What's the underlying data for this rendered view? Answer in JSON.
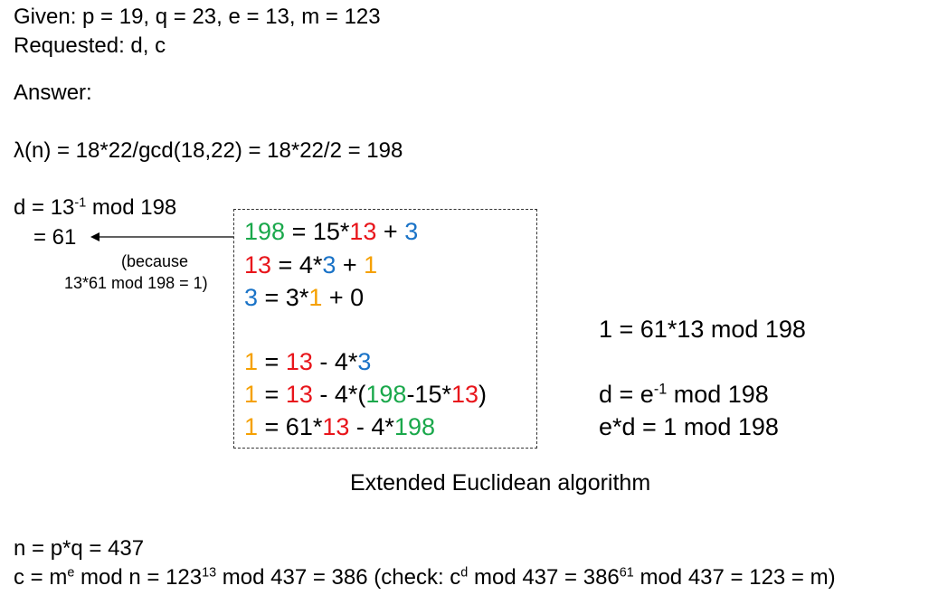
{
  "given": {
    "line1": "Given: p = 19, q = 23, e = 13, m = 123",
    "line2": "Requested: d, c"
  },
  "answer_label": "Answer:",
  "lambda_line": {
    "symbol": "λ",
    "text": "(n) = 18*22/gcd(18,22) = 18*22/2 = 198"
  },
  "d_block": {
    "prefix": "d = 13",
    "exp": "-1",
    "suffix": " mod 198",
    "result": "= 61",
    "note1": "(because",
    "note2": "13*61 mod 198 = 1)"
  },
  "euclid": {
    "r1": {
      "a": "198",
      "b": " = 15*",
      "c": "13",
      "d": " + ",
      "e": "3"
    },
    "r2": {
      "a": "13",
      "b": " = 4*",
      "c": "3",
      "d": " + ",
      "e": "1"
    },
    "r3": {
      "a": "3",
      "b": " = 3*",
      "c": "1",
      "d": " + 0"
    },
    "r4": {
      "a": "1",
      "b": " = ",
      "c": "13",
      "d": " - 4*",
      "e": "3"
    },
    "r5": {
      "a": "1",
      "b": " = ",
      "c": "13",
      "d": " - 4*(",
      "e": "198",
      "f": "-15*",
      "g": "13",
      "h": ")"
    },
    "r6": {
      "a": "1",
      "b": " = 61*",
      "c": "13",
      "d": " - 4*",
      "e": "198"
    },
    "caption": "Extended Euclidean algorithm"
  },
  "right": {
    "l1": "1 = 61*13 mod 198",
    "l2_prefix": "d = e",
    "l2_exp": "-1",
    "l2_suffix": " mod 198",
    "l3": "e*d = 1 mod 198"
  },
  "n_line": "n = p*q = 437",
  "c_line": {
    "p1": "c = m",
    "e1": "e",
    "p2": " mod n = 123",
    "e2": "13",
    "p3": " mod 437 = 386 (check: c",
    "e3": "d",
    "p4": " mod 437 = 386",
    "e4": "61",
    "p5": " mod 437 = 123 = m)"
  },
  "colors": {
    "green": "#1aa84b",
    "red": "#e8151b",
    "blue": "#1a73c7",
    "orange": "#f5a000"
  }
}
